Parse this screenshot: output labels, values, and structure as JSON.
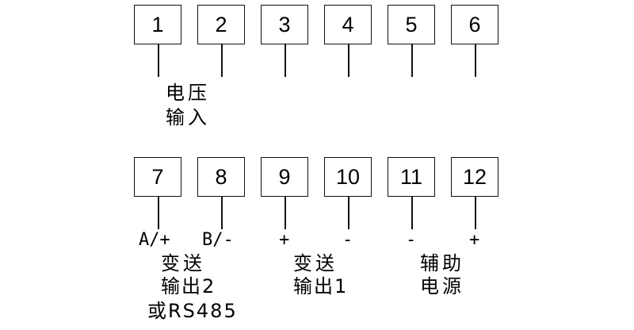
{
  "top_row": {
    "terminals": [
      "1",
      "2",
      "3",
      "4",
      "5",
      "6"
    ],
    "label": {
      "line1": "电压",
      "line2": "输入"
    }
  },
  "bottom_row": {
    "terminals": [
      "7",
      "8",
      "9",
      "10",
      "11",
      "12"
    ],
    "signs": [
      "A/+",
      "B/-",
      "+",
      "-",
      "-",
      "+"
    ],
    "groups": [
      {
        "line1": "变送",
        "line2": "输出2",
        "line3": "或RS485"
      },
      {
        "line1": "变送",
        "line2": "输出1"
      },
      {
        "line1": "辅助",
        "line2": "电源"
      }
    ]
  }
}
